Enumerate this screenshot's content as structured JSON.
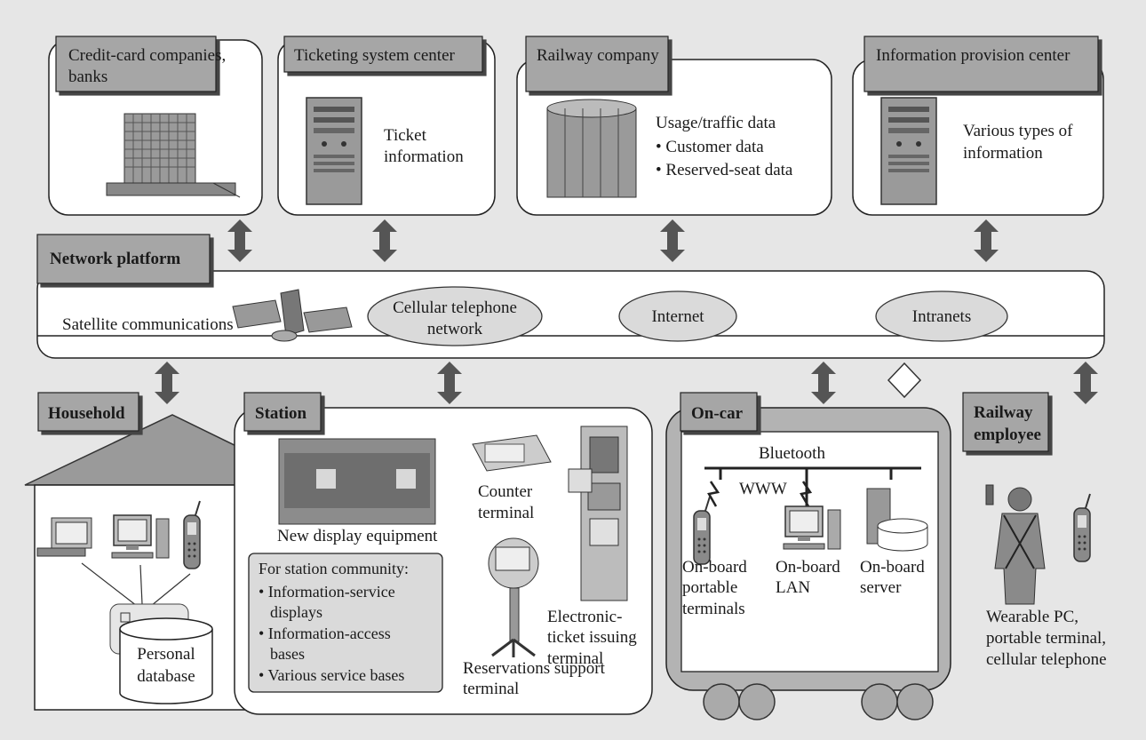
{
  "top_boxes": {
    "banks": {
      "title_line1": "Credit-card companies,",
      "title_line2": "banks"
    },
    "ticketing": {
      "title": "Ticketing system center",
      "text_line1": "Ticket",
      "text_line2": "information"
    },
    "railway": {
      "title": "Railway company",
      "text_line1": "Usage/traffic data",
      "text_line2": "• Customer data",
      "text_line3": "• Reserved-seat data"
    },
    "info_center": {
      "title": "Information provision center",
      "text_line1": "Various types of",
      "text_line2": "information"
    }
  },
  "network": {
    "title": "Network platform",
    "satellite": "Satellite communications",
    "cellular_line1": "Cellular telephone",
    "cellular_line2": "network",
    "internet": "Internet",
    "intranets": "Intranets"
  },
  "household": {
    "title": "Household",
    "db_line1": "Personal",
    "db_line2": "database"
  },
  "station": {
    "title": "Station",
    "display": "New display equipment",
    "counter_line1": "Counter",
    "counter_line2": "terminal",
    "eticket_line1": "Electronic-",
    "eticket_line2": "ticket issuing",
    "eticket_line3": "terminal",
    "reservations_line1": "Reservations support",
    "reservations_line2": "terminal",
    "community_title": "For station community:",
    "community_items": [
      "• Information-service",
      "displays",
      "• Information-access",
      "bases",
      "• Various service bases"
    ]
  },
  "oncar": {
    "title": "On-car",
    "bluetooth": "Bluetooth",
    "www": "WWW",
    "portable_line1": "On-board",
    "portable_line2": "portable",
    "portable_line3": "terminals",
    "lan_line1": "On-board",
    "lan_line2": "LAN",
    "server_line1": "On-board",
    "server_line2": "server"
  },
  "employee": {
    "title_line1": "Railway",
    "title_line2": "employee",
    "desc_line1": "Wearable PC,",
    "desc_line2": "portable terminal,",
    "desc_line3": "cellular telephone"
  },
  "colors": {
    "background": "#e6e6e6",
    "label_fill": "#a6a6a6",
    "ellipse_fill": "#dadada",
    "arrow": "#555555",
    "car_fill": "#b3b3b3"
  }
}
